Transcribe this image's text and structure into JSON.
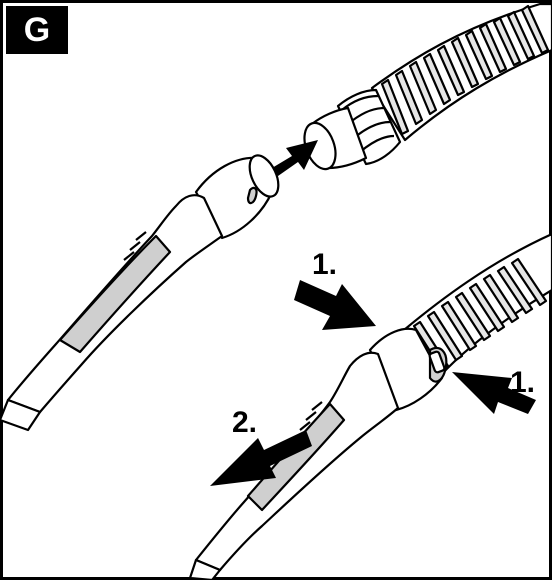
{
  "figure": {
    "label": "G",
    "steps": {
      "press_label": "1.",
      "button_label": "1.",
      "pull_label": "2."
    },
    "colors": {
      "ink": "#000000",
      "paper": "#ffffff",
      "handle_shade": "#cfcfcf",
      "hose_shade": "#bdbdbd"
    },
    "icons": [
      "connect-arrow-icon",
      "press-arrow-icon",
      "release-button-arrow-icon",
      "pull-arrow-icon"
    ]
  }
}
